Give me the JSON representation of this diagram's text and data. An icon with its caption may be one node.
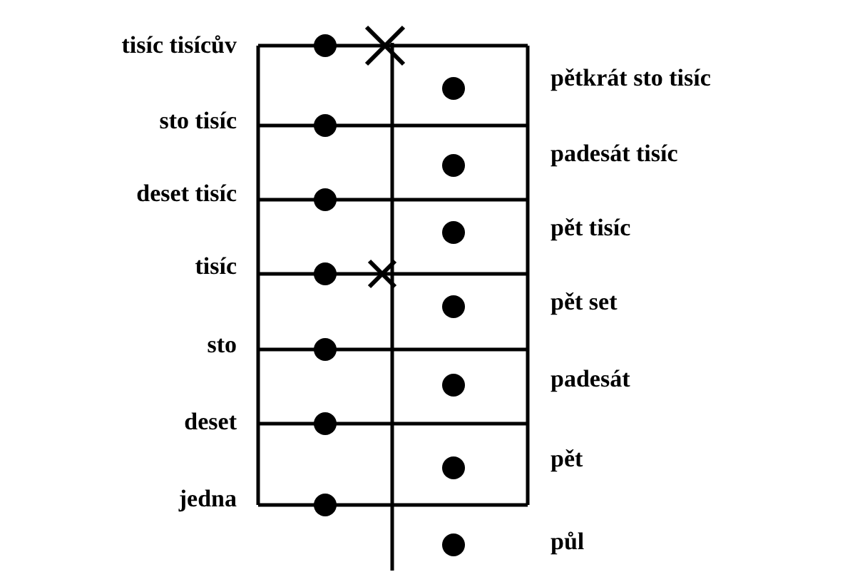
{
  "diagram": {
    "labels": [
      "tisíc tisícův",
      "pětkrát sto tisíc",
      "sto tisíc",
      "padesát tisíc",
      "deset tisíc",
      "pět tisíc",
      "tisíc",
      "pět set",
      "sto",
      "padesát",
      "deset",
      "pět",
      "jedna",
      "půl"
    ]
  }
}
